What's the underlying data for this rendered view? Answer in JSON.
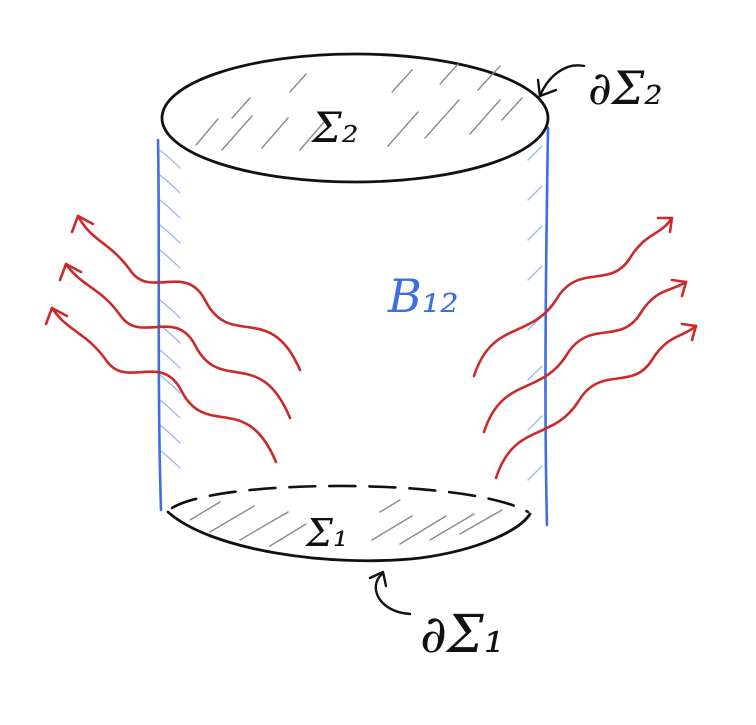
{
  "labels": {
    "sigma2": "Σ₂",
    "sigma1": "Σ₁",
    "boundary2": "∂Σ₂",
    "boundary1": "∂Σ₁",
    "bulk": "B₁₂"
  },
  "colors": {
    "ink": "#111111",
    "hatch": "#8a8a8a",
    "wall": "#3d6fe0",
    "wallHatch": "#9db6ef",
    "radiation": "#cc2a2a"
  }
}
